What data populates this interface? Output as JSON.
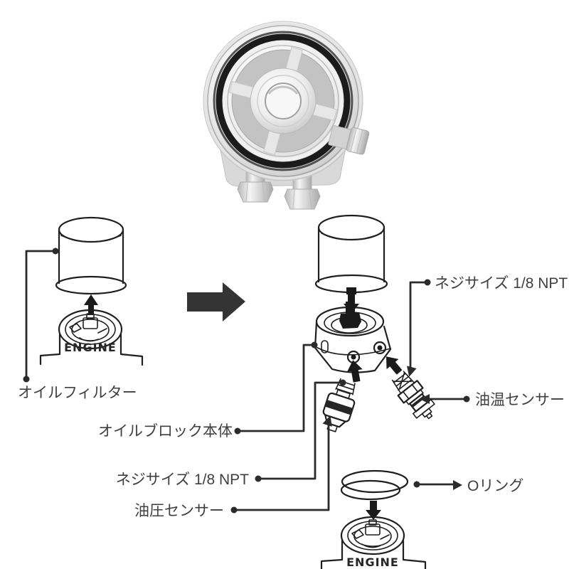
{
  "labels": {
    "oil_filter": "オイルフィルター",
    "oil_block_body": "オイルブロック本体",
    "thread_size_bottom": "ネジサイズ 1/8 NPT",
    "oil_pressure_sensor": "油圧センサー",
    "thread_size_top": "ネジサイズ 1/8 NPT",
    "oil_temp_sensor": "油温センサー",
    "o_ring": "Oリング"
  },
  "engine": {
    "left": "ENGINE",
    "right": "ENGINE"
  },
  "colors": {
    "background": "#ffffff",
    "line_art": "#1f1f1f",
    "leader_line": "#2b2b2b",
    "label_text": "#3f3f3f",
    "big_arrow": "#343434",
    "o_ring_black": "#1b1b1b",
    "metal_silver": "#d6d6d6"
  }
}
